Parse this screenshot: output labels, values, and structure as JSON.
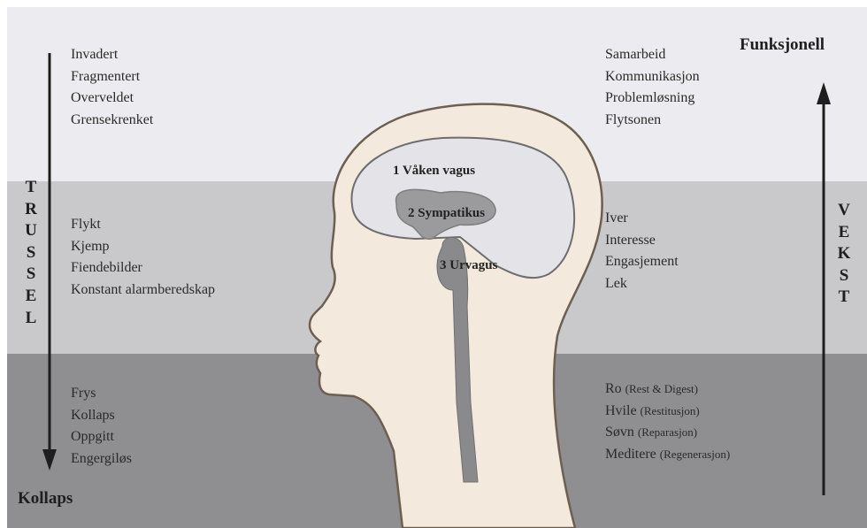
{
  "top_left": [
    "Invadert",
    "Fragmentert",
    "Overveldet",
    "Grensekrenket"
  ],
  "mid_left": [
    "Flykt",
    "Kjemp",
    "Fiendebilder",
    "Konstant alarmberedskap"
  ],
  "bot_left": [
    "Frys",
    "Kollaps",
    "Oppgitt",
    "Engergiløs"
  ],
  "top_right": [
    "Samarbeid",
    "Kommunikasjon",
    "Problemløsning",
    "Flytsonen"
  ],
  "mid_right": [
    "Iver",
    "Interesse",
    "Engasjement",
    "Lek"
  ],
  "bot_right": [
    {
      "main": "Ro",
      "sub": "(Rest & Digest)"
    },
    {
      "main": "Hvile",
      "sub": "(Restitusjon)"
    },
    {
      "main": "Søvn",
      "sub": "(Reparasjon)"
    },
    {
      "main": "Meditere",
      "sub": "(Regenerasjon)"
    }
  ],
  "headings": {
    "top_right": "Funksjonell",
    "bottom_left": "Kollaps"
  },
  "vertical": {
    "left": [
      "T",
      "R",
      "U",
      "S",
      "S",
      "E",
      "L"
    ],
    "right": [
      "V",
      "E",
      "K",
      "S",
      "T"
    ]
  },
  "brain_labels": {
    "top": "1 Våken vagus",
    "middle": "2 Sympatikus",
    "bottom": "3 Urvagus"
  },
  "colors": {
    "band_top": "#ececf0",
    "band_mid": "#c9c9cb",
    "band_bot": "#8f8f91",
    "head": "#f3e9dc",
    "brain": "#e4e4e8",
    "limbic": "#9b9b9d",
    "stem": "#8a8a8c"
  }
}
